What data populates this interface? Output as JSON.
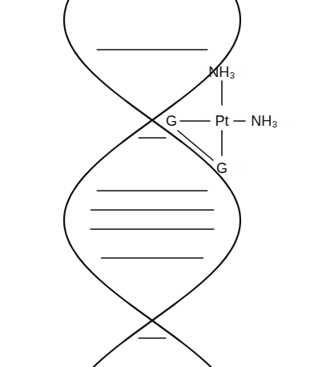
{
  "diagram": {
    "labels": [
      "NH₃",
      "G",
      "Pt",
      "NH₃",
      "G"
    ]
  }
}
